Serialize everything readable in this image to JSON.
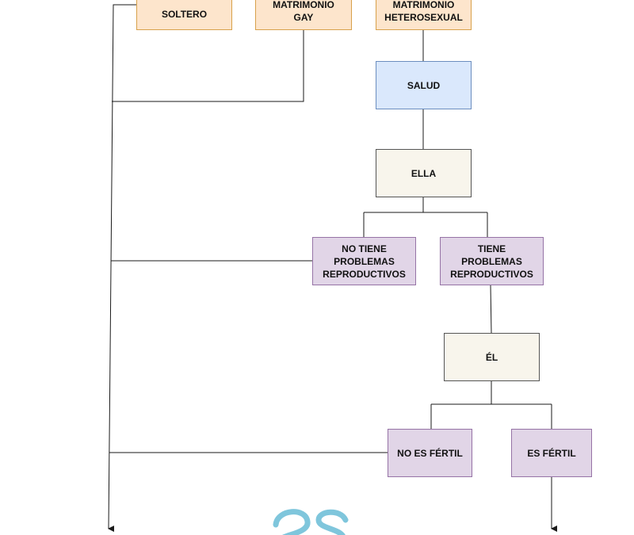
{
  "colors": {
    "stroke": "#1a1a1a",
    "orange_fill": "#fde5cc",
    "blue_fill": "#dae8fc",
    "cream_fill": "#f8f5ec",
    "purple_fill": "#e1d5e7",
    "logo_color": "#7fc6dc"
  },
  "nodes": {
    "soltero": "SOLTERO",
    "matrimonio_gay": "MATRIMONIO\nGAY",
    "matrimonio_heterosexual": "MATRIMONIO\nHETEROSEXUAL",
    "salud": "SALUD",
    "ella": "ELLA",
    "no_tiene_problemas": "NO TIENE\nPROBLEMAS\nREPRODUCTIVOS",
    "tiene_problemas": "TIENE\nPROBLEMAS\nREPRODUCTIVOS",
    "el": "ÉL",
    "no_es_fertil": "NO ES FÉRTIL",
    "es_fertil": "ES FÉRTIL"
  }
}
